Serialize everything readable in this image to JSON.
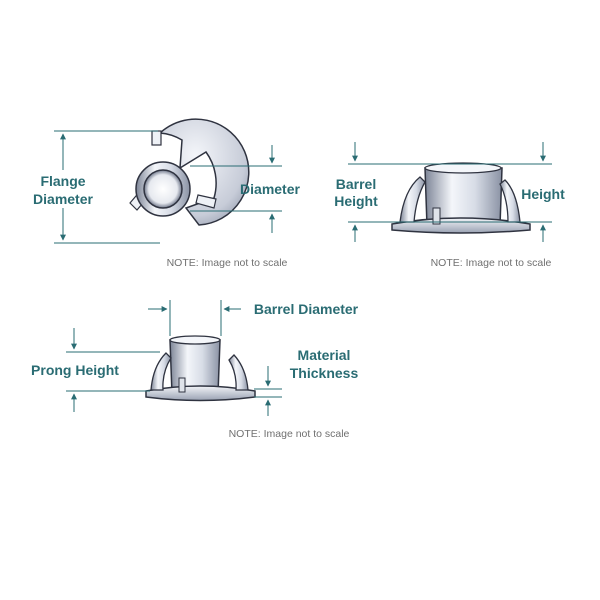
{
  "colors": {
    "label": "#2a6c73",
    "dimension_line": "#2a6c73",
    "note": "#707070",
    "metal_light": "#eef1f6",
    "metal_dark": "#8790a2",
    "outline": "#2f3340"
  },
  "top_left_diagram": {
    "label_flange_line1": "Flange",
    "label_flange_line2": "Diameter",
    "label_diameter": "Diameter",
    "note": "NOTE: Image not to scale"
  },
  "top_right_diagram": {
    "label_barrel_line1": "Barrel",
    "label_barrel_line2": "Height",
    "label_height": "Height",
    "note": "NOTE: Image not to scale"
  },
  "bottom_diagram": {
    "label_barrel_diameter": "Barrel Diameter",
    "label_prong_height": "Prong Height",
    "label_material_line1": "Material",
    "label_material_line2": "Thickness",
    "note": "NOTE: Image not to scale"
  }
}
